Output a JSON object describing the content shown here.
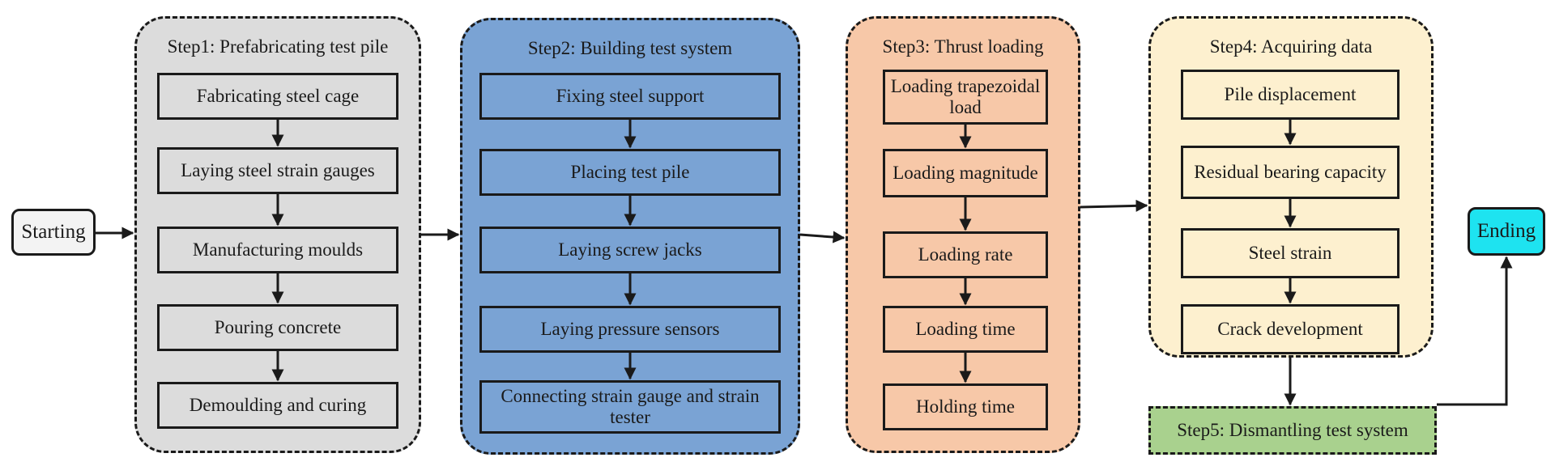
{
  "start": {
    "label": "Starting"
  },
  "end": {
    "label": "Ending"
  },
  "colors": {
    "step1_bg": "#dcdcdc",
    "step2_bg": "#7aa3d4",
    "step3_bg": "#f7c8a8",
    "step4_bg": "#fdf0cf",
    "step5_bg": "#a9d18e",
    "ending_bg": "#1ee3f0",
    "starting_bg": "#f3f3f3",
    "line": "#1a1a1a"
  },
  "steps": [
    {
      "title": "Step1: Prefabricating test pile",
      "items": [
        "Fabricating steel cage",
        "Laying steel strain gauges",
        "Manufacturing moulds",
        "Pouring concrete",
        "Demoulding and curing"
      ]
    },
    {
      "title": "Step2: Building test system",
      "items": [
        "Fixing steel support",
        "Placing test pile",
        "Laying screw jacks",
        "Laying pressure sensors",
        "Connecting strain gauge and strain tester"
      ]
    },
    {
      "title": "Step3: Thrust loading",
      "items": [
        "Loading trapezoidal load",
        "Loading magnitude",
        "Loading rate",
        "Loading time",
        "Holding time"
      ]
    },
    {
      "title": "Step4: Acquiring data",
      "items": [
        "Pile displacement",
        "Residual bearing capacity",
        "Steel strain",
        "Crack development"
      ]
    },
    {
      "title": "Step5: Dismantling test system",
      "items": []
    }
  ]
}
